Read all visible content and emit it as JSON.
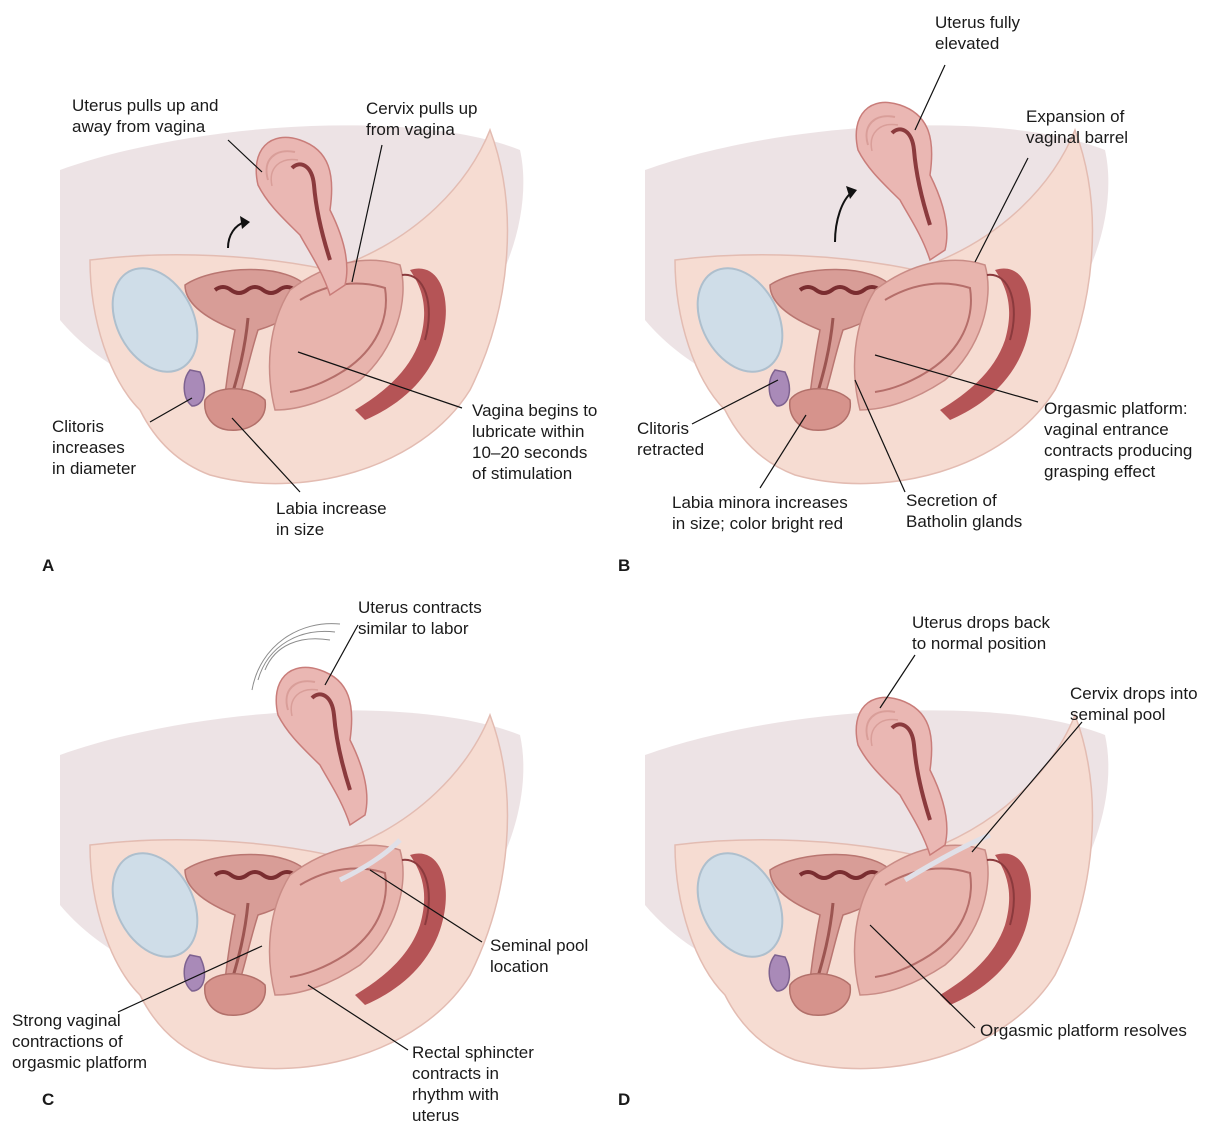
{
  "panels": [
    {
      "letter": "A",
      "labels": {
        "uterus": "Uterus pulls up and\naway from vagina",
        "cervix": "Cervix pulls up\nfrom vagina",
        "vagina": "Vagina begins to\nlubricate within\n10–20 seconds\nof stimulation",
        "clitoris": "Clitoris\nincreases\nin diameter",
        "labia": "Labia increase\nin size"
      }
    },
    {
      "letter": "B",
      "labels": {
        "uterus": "Uterus fully\nelevated",
        "expansion": "Expansion of\nvaginal barrel",
        "platform": "Orgasmic platform:\nvaginal entrance\ncontracts producing\ngrasping effect",
        "clitoris": "Clitoris\nretracted",
        "labia": "Labia minora increases\nin size; color bright red",
        "secretion": "Secretion of\nBatholin glands"
      }
    },
    {
      "letter": "C",
      "labels": {
        "uterus": "Uterus contracts\nsimilar to labor",
        "seminal": "Seminal pool\nlocation",
        "vaginal": "Strong vaginal\ncontractions of\norgasmic platform",
        "rectal": "Rectal sphincter\ncontracts in\nrhythm with\nuterus"
      }
    },
    {
      "letter": "D",
      "labels": {
        "uterus": "Uterus drops back\nto normal position",
        "cervix": "Cervix drops into\nseminal pool",
        "platform": "Orgasmic platform resolves"
      }
    }
  ],
  "colors": {
    "skin": "#f6dcd2",
    "tissue": "#e8b4ad",
    "uterus": "#eab7b3",
    "uterusDark": "#c97d7a",
    "cavity": "#8b3a3d",
    "bladder": "#cfdde8",
    "clitoris": "#a98ab8",
    "rectum": "#b55456",
    "shadow": "#d9c7cb"
  }
}
